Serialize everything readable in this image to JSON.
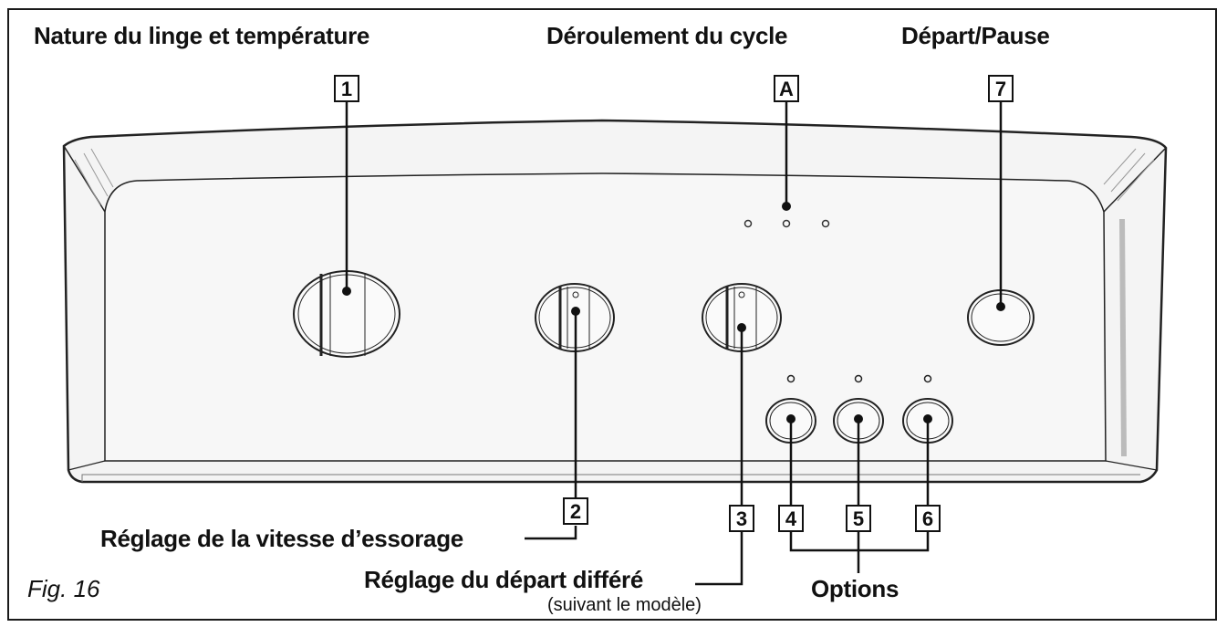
{
  "figure_label": "Fig. 16",
  "labels": {
    "nature": "Nature du linge et température",
    "deroulement": "Déroulement du cycle",
    "depart_pause": "Départ/Pause",
    "essorage": "Réglage de la vitesse d’essorage",
    "depart_differe": "Réglage du départ différé",
    "depart_differe_sub": "(suivant le modèle)",
    "options": "Options"
  },
  "markers": {
    "m1": "1",
    "mA": "A",
    "m7": "7",
    "m2": "2",
    "m3": "3",
    "m4": "4",
    "m5": "5",
    "m6": "6"
  }
}
